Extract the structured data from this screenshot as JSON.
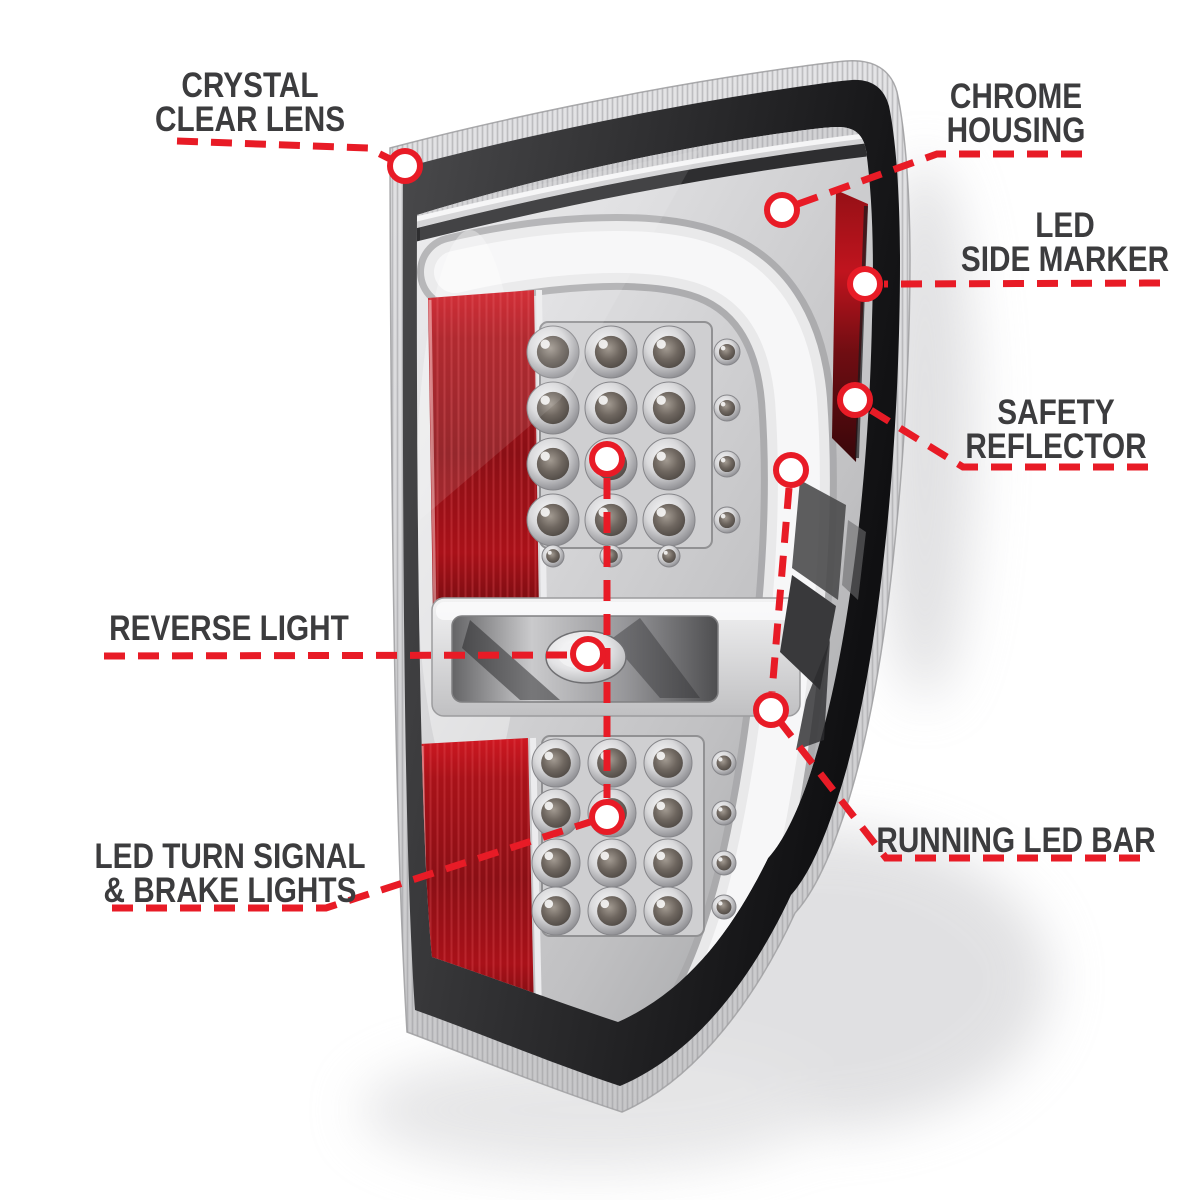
{
  "callouts": {
    "crystal_clear_lens": {
      "label": "CRYSTAL\nCLEAR LENS"
    },
    "chrome_housing": {
      "label": "CHROME\nHOUSING"
    },
    "led_side_marker": {
      "label": "LED\nSIDE MARKER"
    },
    "safety_reflector": {
      "label": "SAFETY\nREFLECTOR"
    },
    "reverse_light": {
      "label": "REVERSE LIGHT"
    },
    "led_turn_signal": {
      "label": "LED TURN SIGNAL\n& BRAKE LIGHTS"
    },
    "running_led_bar": {
      "label": "RUNNING LED BAR"
    }
  },
  "style": {
    "leader_color": "#e81b26",
    "label_color": "#3c3c3e",
    "background": "#ffffff",
    "reflector_red": "#a5121a",
    "side_marker_red": "#c0141e",
    "chrome_light": "#e9e9eb",
    "chrome_dark": "#2b2b2d"
  }
}
